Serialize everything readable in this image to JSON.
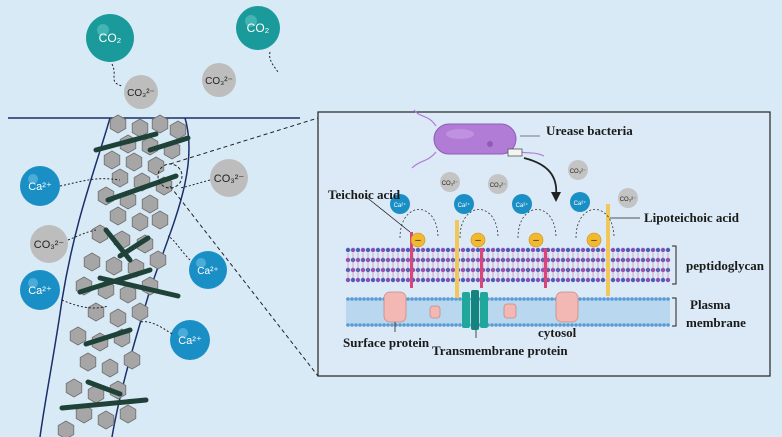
{
  "molecules": {
    "co2": "CO₂",
    "co3": "CO₃²⁻",
    "ca": "Ca²⁺"
  },
  "labels": {
    "urease_bacteria": "Urease bacteria",
    "teichoic_acid": "Teichoic acid",
    "lipoteichoic_acid": "Lipoteichoic acid",
    "peptidoglycan": "peptidoglycan",
    "plasma_membrane_line1": "Plasma",
    "plasma_membrane_line2": "membrane",
    "cytosol": "cytosol",
    "surface_protein": "Surface protein",
    "transmembrane_protein": "Transmembrane protein"
  },
  "colors": {
    "background": "#d9eaf7",
    "co2_teal": "#1a9a9a",
    "calcium_blue": "#1a8fc6",
    "carbonate_gray": "#bdbdbd",
    "crystal_hex": "#a6a6a6",
    "fiber": "#1f4238",
    "bacteria": "#b07cd6"
  }
}
